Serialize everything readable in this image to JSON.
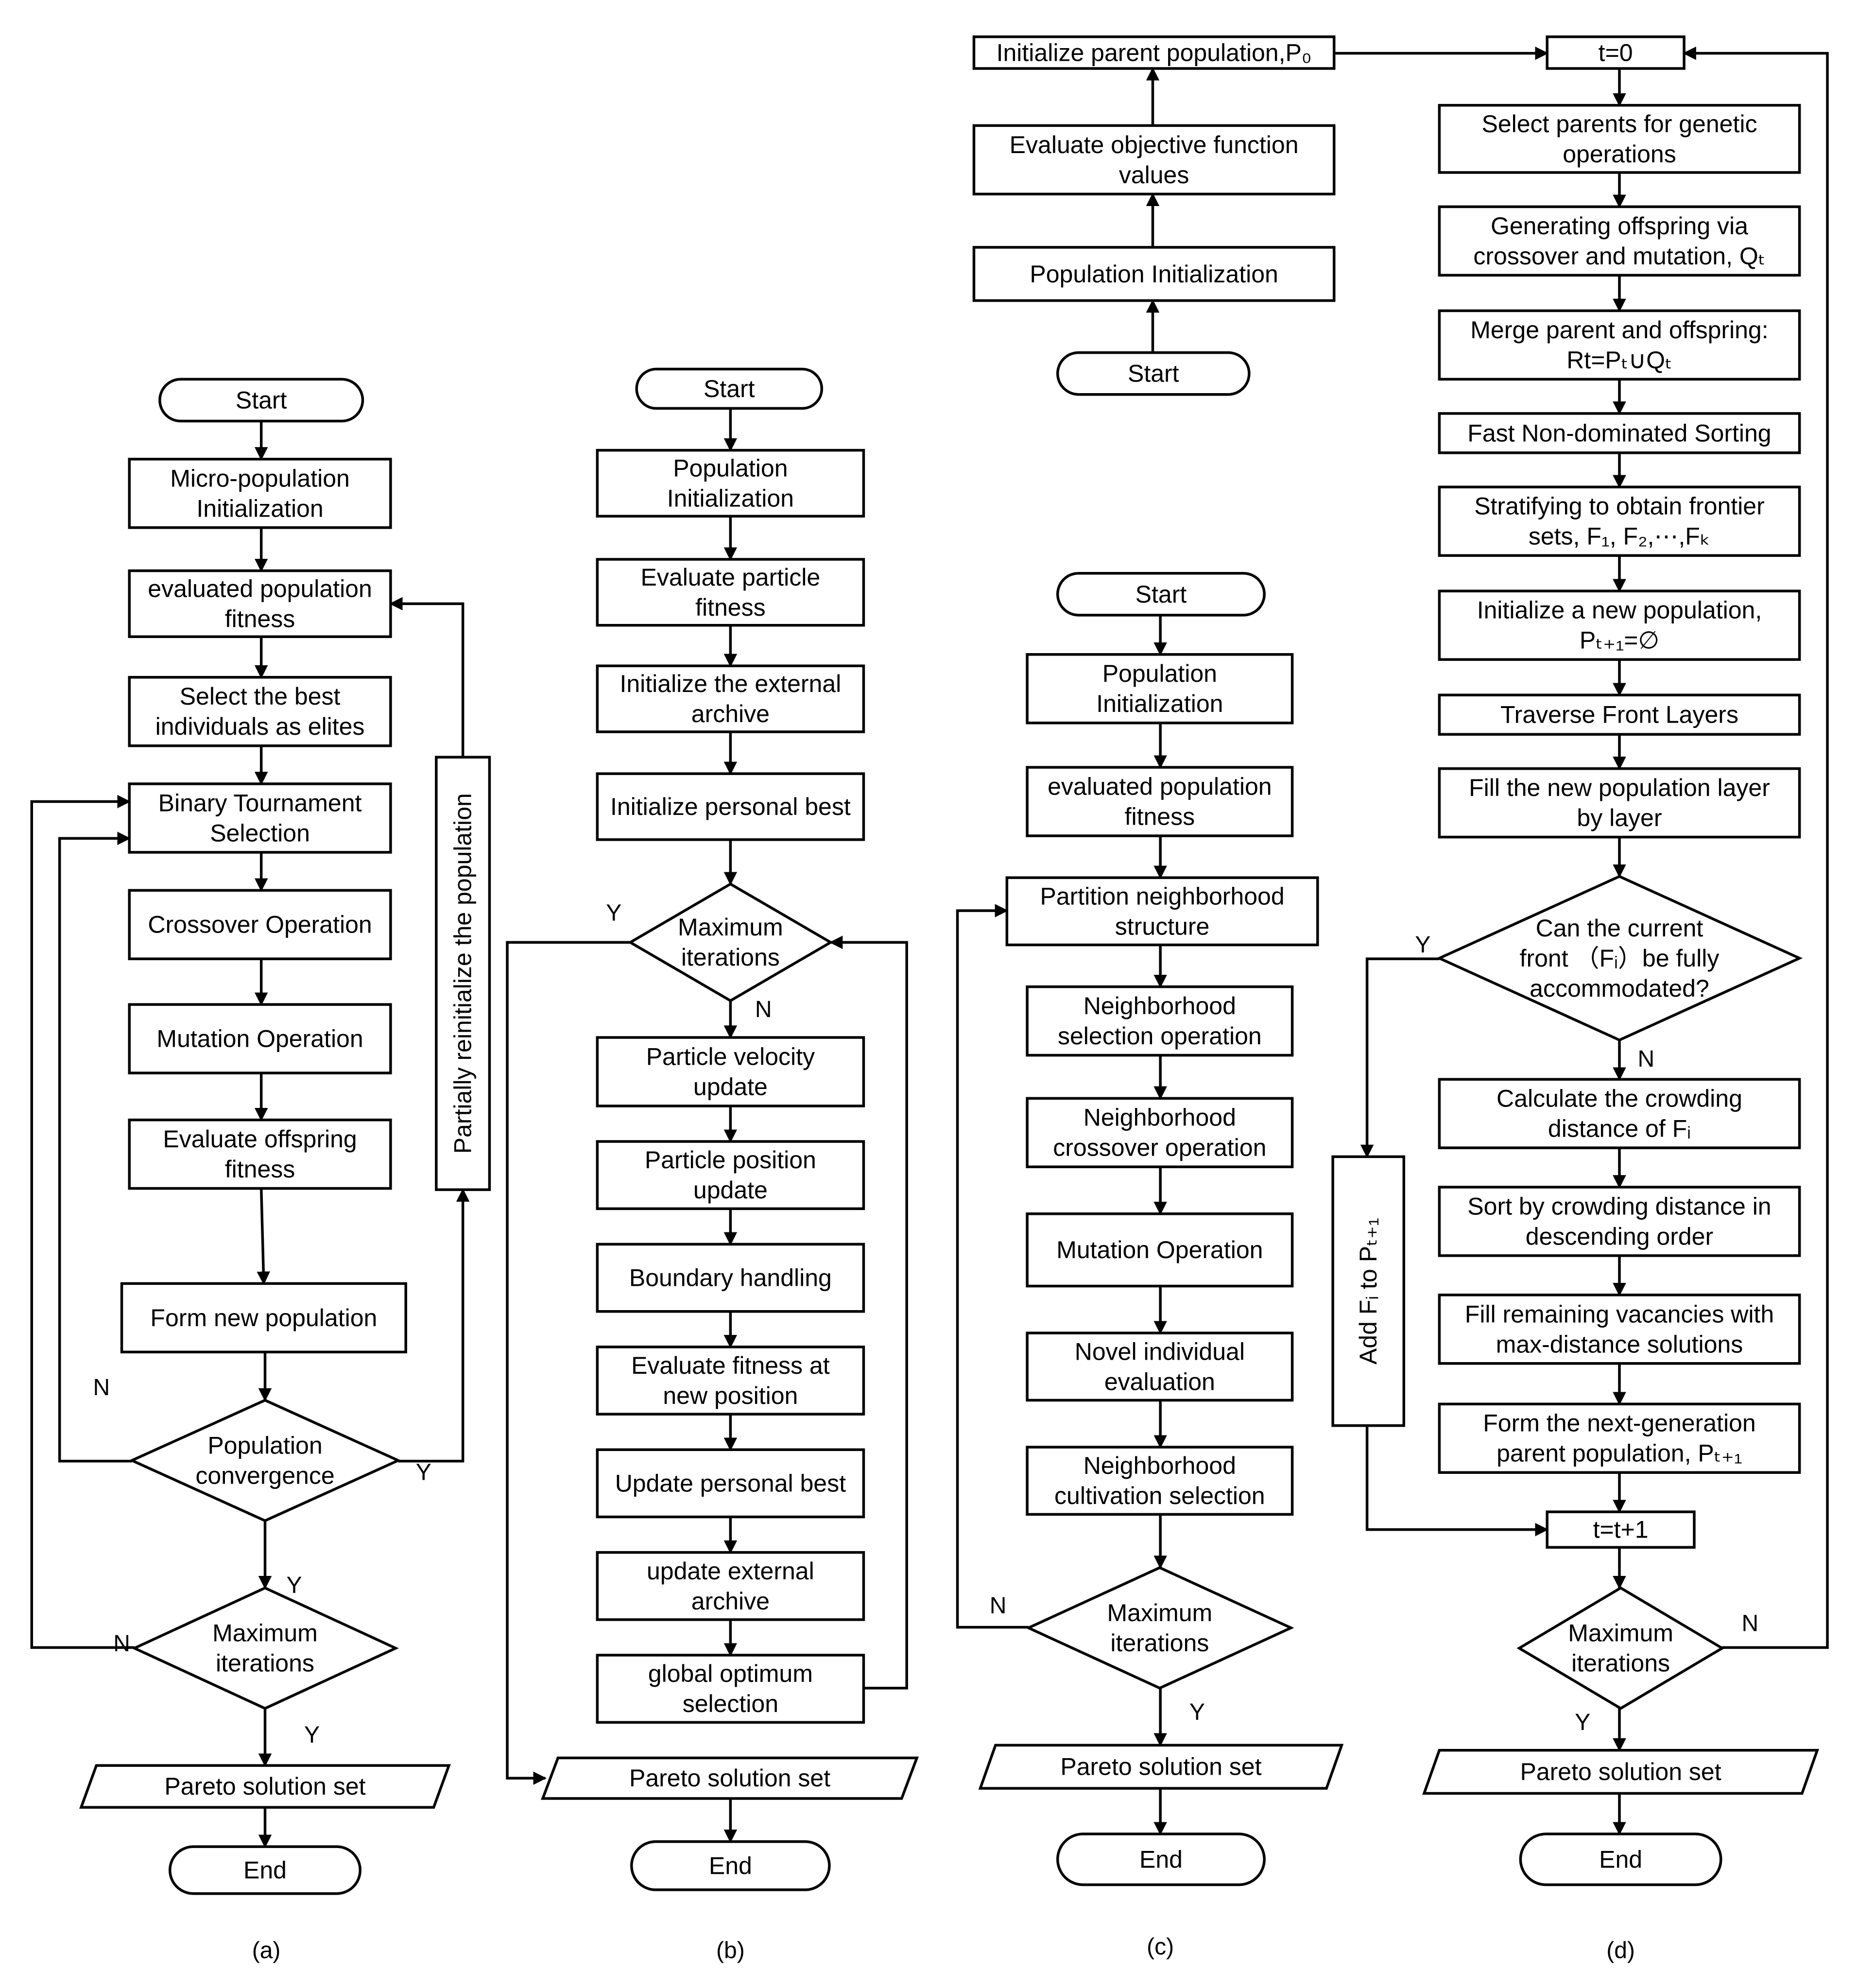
{
  "panels": {
    "a": {
      "caption": "(a)",
      "start": "Start",
      "micro_init": [
        "Micro-population",
        "Initialization"
      ],
      "eval_fitness": [
        "evaluated population",
        "fitness"
      ],
      "select_elites": [
        "Select the best",
        "individuals as elites"
      ],
      "tournament": [
        "Binary Tournament",
        "Selection"
      ],
      "crossover": "Crossover Operation",
      "mutation": "Mutation Operation",
      "eval_offspring": [
        "Evaluate offspring",
        "fitness"
      ],
      "form_pop": "Form new population",
      "converge": [
        "Population",
        "convergence"
      ],
      "max_iter": [
        "Maximum",
        "iterations"
      ],
      "reinit": "Partially reinitialize the population",
      "pareto": "Pareto solution set",
      "end": "End",
      "n1": "N",
      "y1": "Y",
      "y2": "Y",
      "n2": "N",
      "y3": "Y"
    },
    "b": {
      "caption": "(b)",
      "start": "Start",
      "pop_init": [
        "Population",
        "Initialization"
      ],
      "eval_particle": [
        "Evaluate particle",
        "fitness"
      ],
      "init_archive": [
        "Initialize the external",
        "archive"
      ],
      "init_pbest": "Initialize personal best",
      "max_iter": [
        "Maximum",
        "iterations"
      ],
      "velocity": [
        "Particle velocity",
        "update"
      ],
      "position": [
        "Particle position",
        "update"
      ],
      "boundary": "Boundary handling",
      "eval_new": [
        "Evaluate fitness at",
        "new position"
      ],
      "update_pbest": "Update personal best",
      "update_archive": [
        "update external",
        "archive"
      ],
      "gbest": [
        "global optimum",
        "selection"
      ],
      "pareto": "Pareto solution set",
      "end": "End",
      "y": "Y",
      "n": "N"
    },
    "c": {
      "caption": "(c)",
      "top": {
        "start": "Start",
        "pop_init": "Population Initialization",
        "eval_obj": [
          "Evaluate objective function",
          "values"
        ],
        "init_parent": "Initialize parent population,P₀"
      },
      "start": "Start",
      "pop_init": [
        "Population",
        "Initialization"
      ],
      "eval_fitness": [
        "evaluated population",
        "fitness"
      ],
      "partition": [
        "Partition neighborhood",
        "structure"
      ],
      "nb_select": [
        "Neighborhood",
        "selection operation"
      ],
      "nb_cross": [
        "Neighborhood",
        "crossover operation"
      ],
      "mutation": "Mutation Operation",
      "novel_eval": [
        "Novel individual",
        "evaluation"
      ],
      "nb_cult": [
        "Neighborhood",
        "cultivation selection"
      ],
      "max_iter": [
        "Maximum",
        "iterations"
      ],
      "pareto": "Pareto solution set",
      "end": "End",
      "n": "N",
      "y": "Y"
    },
    "d": {
      "caption": "(d)",
      "t0": "t=0",
      "select_parents": [
        "Select parents for genetic",
        "operations"
      ],
      "gen_offspring": [
        "Generating offspring via",
        "crossover and mutation, Qₜ"
      ],
      "merge": [
        "Merge parent and offspring:",
        "Rt=Pₜ∪Qₜ"
      ],
      "fast_sort": "Fast Non-dominated Sorting",
      "stratify": [
        "Stratifying to obtain frontier",
        "sets, F₁, F₂,⋯,Fₖ"
      ],
      "init_new": [
        "Initialize a new population,",
        "Pₜ₊₁=∅"
      ],
      "traverse": "Traverse Front Layers",
      "fill_layer": [
        "Fill the new population layer",
        "by layer"
      ],
      "can_front": [
        "Can the current",
        "front （Fᵢ）be fully",
        "accommodated?"
      ],
      "add_fi": "Add Fᵢ to Pₜ₊₁",
      "crowding": [
        "Calculate the crowding",
        "distance of Fᵢ"
      ],
      "sort_crowd": [
        "Sort by crowding distance in",
        "descending order"
      ],
      "fill_remaining": [
        "Fill remaining vacancies with",
        "max-distance solutions"
      ],
      "form_next": [
        "Form the next-generation",
        "parent population, Pₜ₊₁"
      ],
      "t_inc": "t=t+1",
      "max_iter": [
        "Maximum",
        "iterations"
      ],
      "pareto": "Pareto solution set",
      "end": "End",
      "y1": "Y",
      "n1": "N",
      "n2": "N",
      "y2": "Y"
    }
  }
}
